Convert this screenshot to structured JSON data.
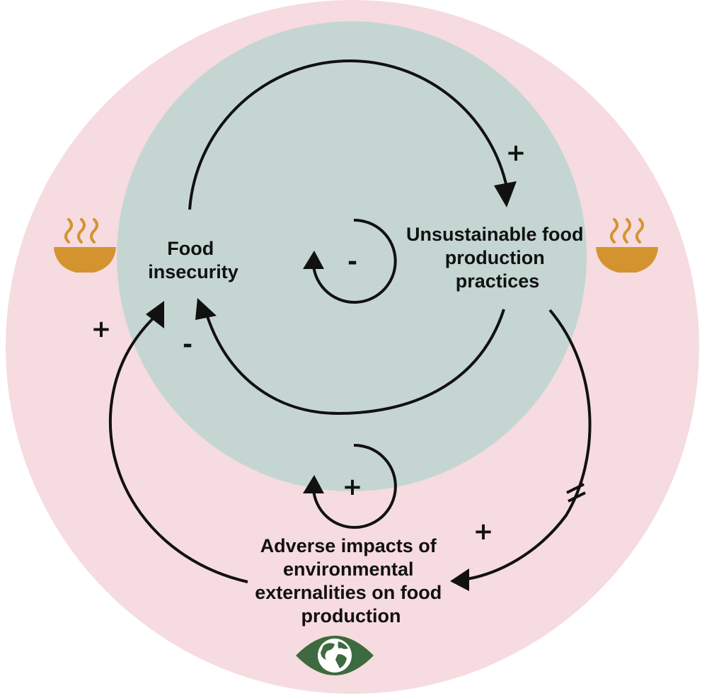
{
  "colors": {
    "outer_circle": "#f6dbe0",
    "inner_circle": "#c5d6d2",
    "bowl": "#d39430",
    "globe_eye": "#3d6a3e",
    "arrow": "#111111"
  },
  "nodes": {
    "food_insecurity": [
      "Food",
      "insecurity"
    ],
    "unsustainable": [
      "Unsustainable food",
      "production",
      "practices"
    ],
    "adverse": [
      "Adverse impacts of",
      "environmental",
      "externalities on food",
      "production"
    ]
  },
  "polarities": {
    "top_arc": "+",
    "inner_loop": "-",
    "middle_return": "-",
    "left_outer": "+",
    "bottom_loop": "+",
    "right_outer": "+"
  },
  "icons": {
    "left": "bowl-steam-icon",
    "right": "bowl-steam-icon",
    "bottom": "globe-eye-icon"
  }
}
